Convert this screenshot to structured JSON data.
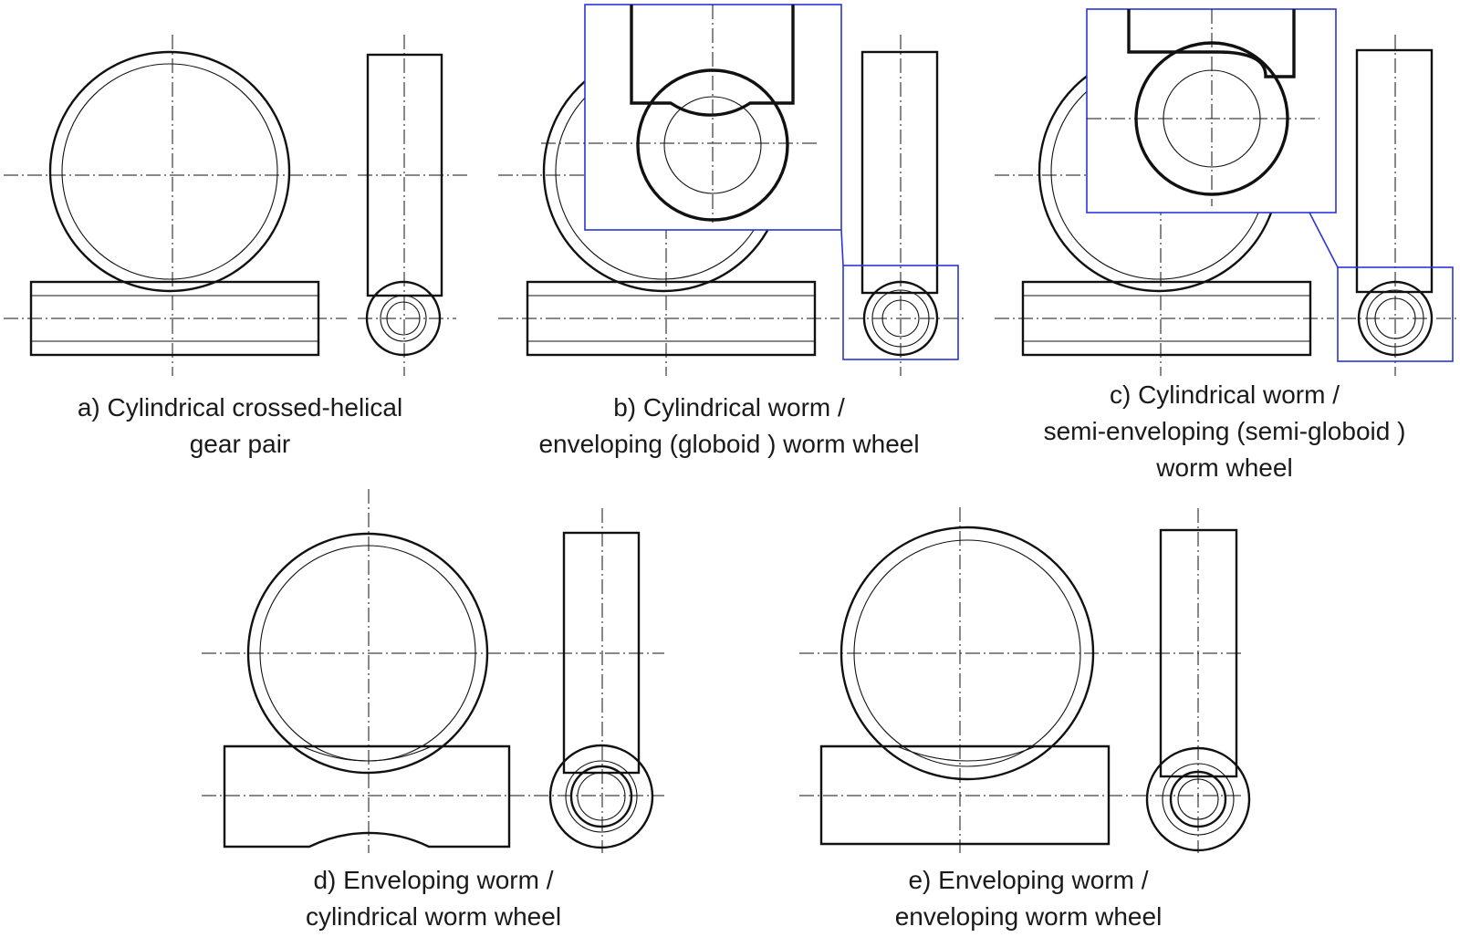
{
  "panels": [
    {
      "id": "a",
      "caption_lines": [
        "a) Cylindrical crossed-helical",
        "gear pair"
      ]
    },
    {
      "id": "b",
      "caption_lines": [
        "b) Cylindrical worm /",
        "enveloping (globoid ) worm wheel"
      ]
    },
    {
      "id": "c",
      "caption_lines": [
        "c) Cylindrical worm /",
        "semi-enveloping (semi-globoid )",
        "worm wheel"
      ]
    },
    {
      "id": "d",
      "caption_lines": [
        "d) Enveloping worm  /",
        "cylindrical  worm wheel"
      ]
    },
    {
      "id": "e",
      "caption_lines": [
        "e) Enveloping worm  /",
        "enveloping  worm wheel"
      ]
    }
  ],
  "colors": {
    "line": "#111111",
    "zoom_box": "#2a35d6",
    "background": "#ffffff"
  }
}
